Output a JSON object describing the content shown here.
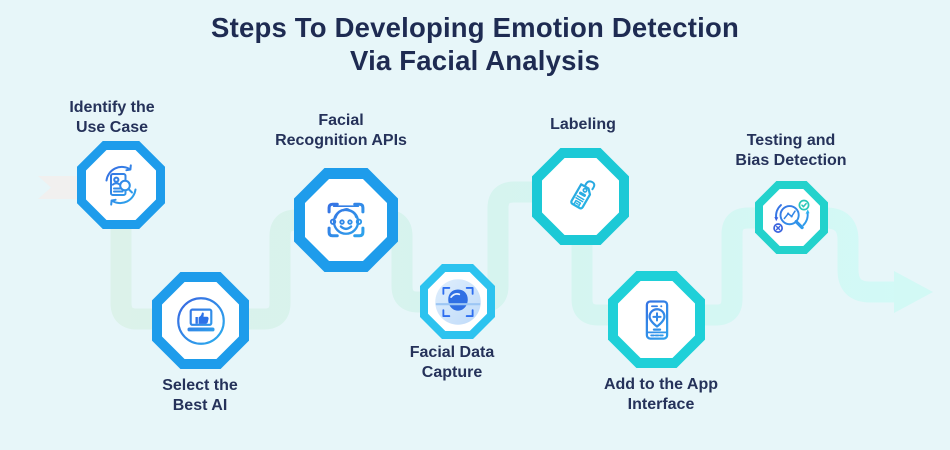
{
  "background": "#e7f6f9",
  "title": {
    "text": "Steps To Developing Emotion Detection\nVia Facial Analysis",
    "color": "#1e2b52"
  },
  "flow": {
    "start_ribbon": "ribbon-arrow-right",
    "end_arrow": "arrow-right",
    "start_ribbon_color": "#f1f0ef",
    "path_color_start": "#ddf2e9",
    "path_color_mid": "#d6f3ee",
    "path_color_end": "#d2faf7",
    "arrow_color": "#d2f9f5"
  },
  "steps": [
    {
      "label": "Identify the\nUse Case",
      "icon": "clipboard-person-search-icon",
      "accent": "#1e9ceb",
      "label_position": "above"
    },
    {
      "label": "Select the\nBest AI",
      "icon": "laptop-thumbs-up-icon",
      "accent": "#1e9ceb",
      "label_position": "below"
    },
    {
      "label": "Facial\nRecognition APIs",
      "icon": "face-scan-icon",
      "accent": "#1e9ceb",
      "label_position": "above"
    },
    {
      "label": "Facial Data\nCapture",
      "icon": "face-capture-icon",
      "accent": "#2cc3ef",
      "label_position": "below"
    },
    {
      "label": "Labeling",
      "icon": "price-tag-icon",
      "accent": "#1cc9d6",
      "label_position": "above"
    },
    {
      "label": "Add to the App\nInterface",
      "icon": "phone-add-pin-icon",
      "accent": "#1fd0d8",
      "label_position": "below"
    },
    {
      "label": "Testing and\nBias Detection",
      "icon": "magnifier-chart-check-icon",
      "accent": "#23d2cc",
      "label_position": "above"
    }
  ]
}
